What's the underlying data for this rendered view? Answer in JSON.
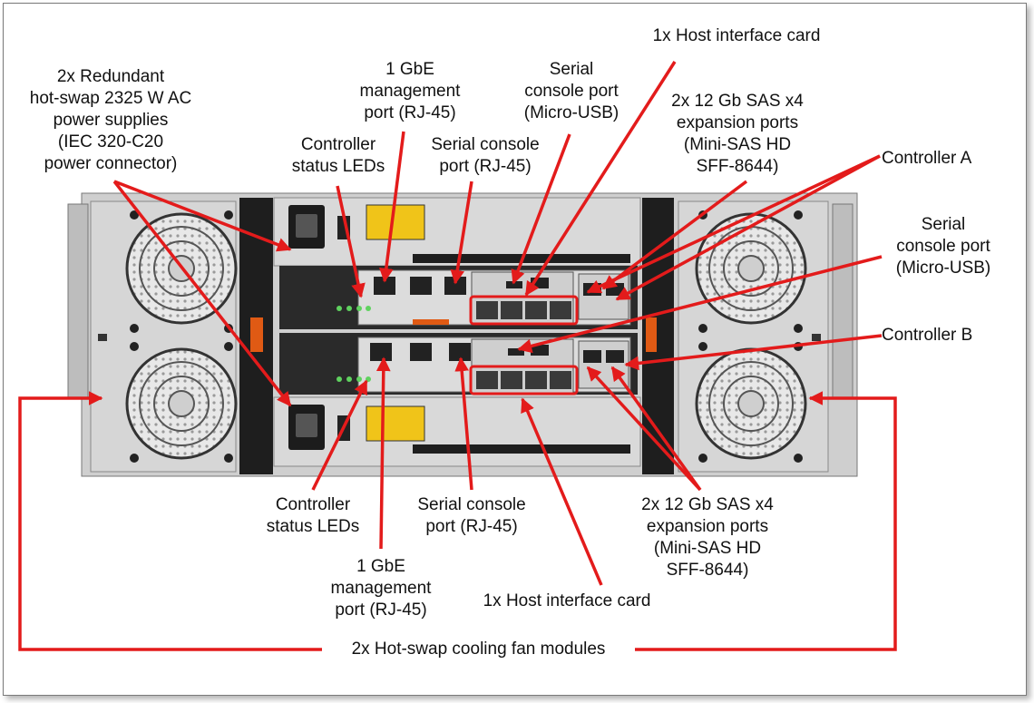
{
  "colors": {
    "callout": "#e31b1b",
    "chassis": "#d3d3d3",
    "chassis_dark": "#1e1e1e",
    "fan_grille": "#dcdcdc",
    "latch": "#e05a14",
    "port_outline": "#e31b1b"
  },
  "labels": {
    "power_supplies": "2x Redundant\nhot-swap 2325 W AC\npower supplies\n(IEC 320-C20\npower connector)",
    "status_leds_top": "Controller\nstatus LEDs",
    "mgmt_port_top": "1 GbE\nmanagement\nport (RJ-45)",
    "serial_rj45_top": "Serial console\nport (RJ-45)",
    "serial_usb_top": "Serial\nconsole port\n(Micro-USB)",
    "host_card_top": "1x Host interface card",
    "sas_ports_top": "2x 12 Gb SAS x4\nexpansion ports\n(Mini-SAS HD\nSFF-8644)",
    "controller_a": "Controller A",
    "serial_usb_right": "Serial\nconsole port\n(Micro-USB)",
    "controller_b": "Controller B",
    "status_leds_bottom": "Controller\nstatus LEDs",
    "serial_rj45_bottom": "Serial console\nport (RJ-45)",
    "sas_ports_bottom": "2x 12 Gb SAS x4\nexpansion ports\n(Mini-SAS HD\nSFF-8644)",
    "mgmt_port_bottom": "1 GbE\nmanagement\nport (RJ-45)",
    "host_card_bottom": "1x Host interface card",
    "fans": "2x Hot-swap cooling fan modules"
  }
}
